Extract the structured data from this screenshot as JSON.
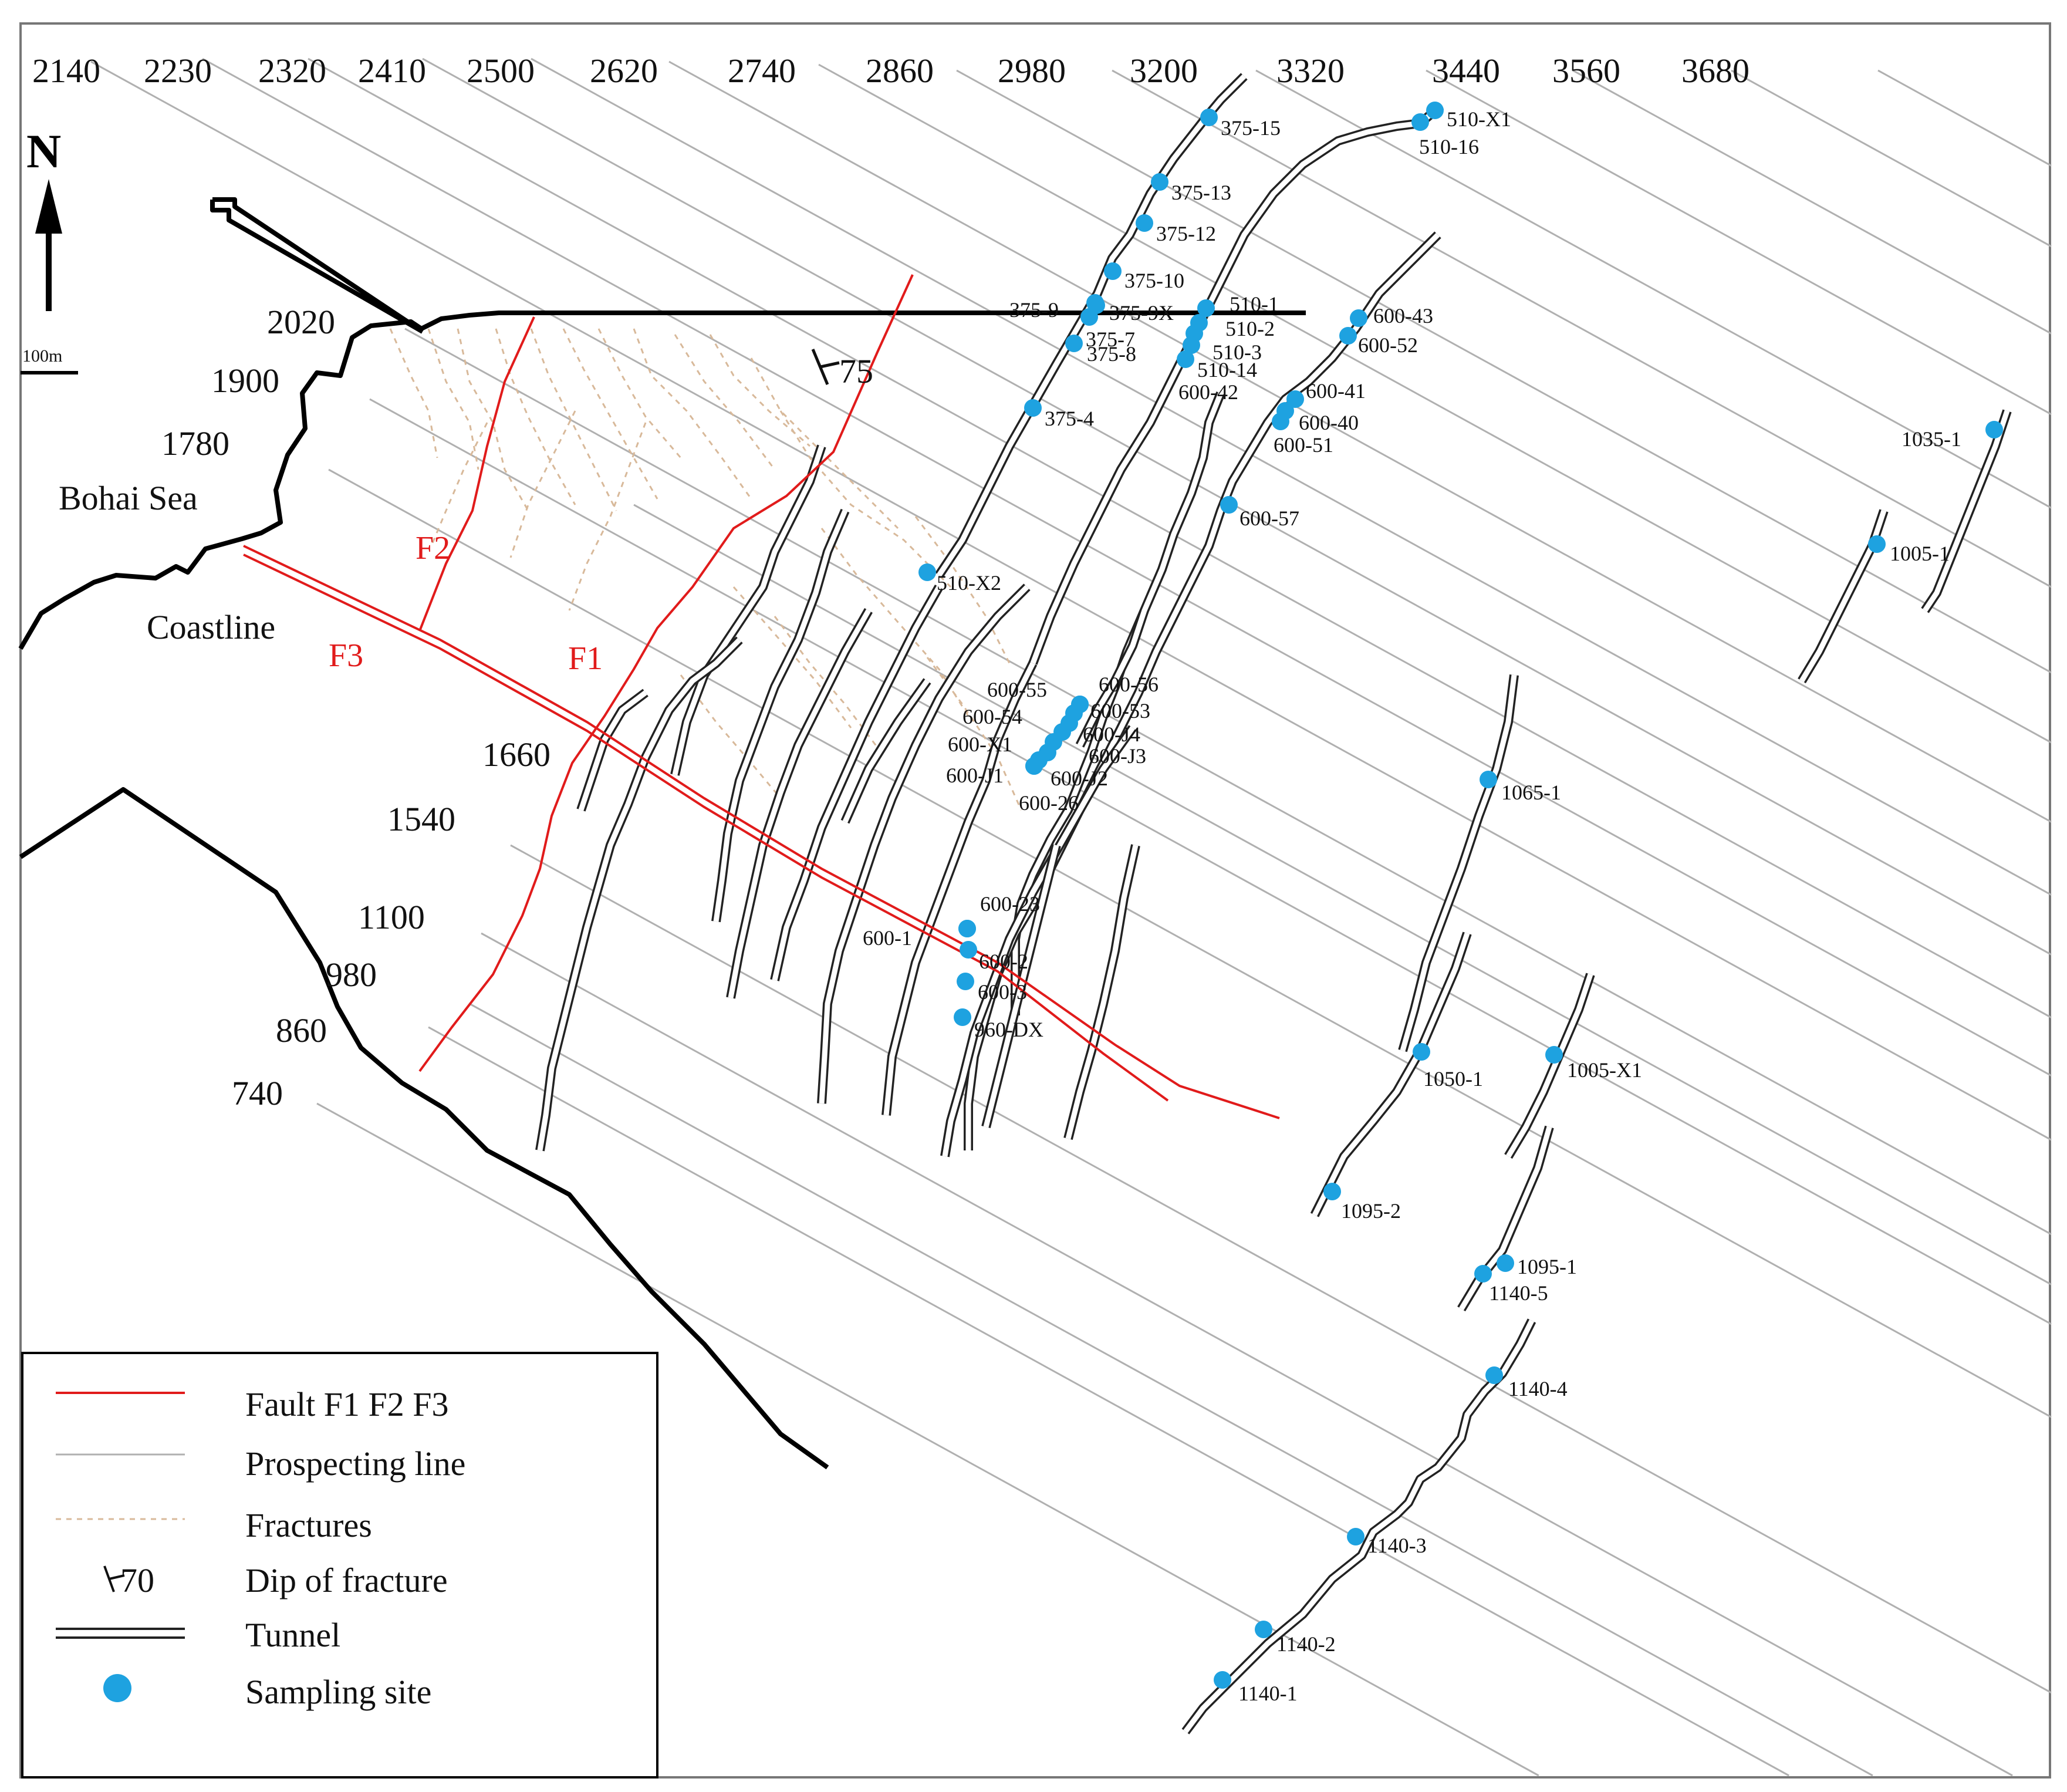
{
  "colors": {
    "fault": "#e11b1b",
    "prospecting_line": "#b0b0b0",
    "fractures": "#d8b99a",
    "tunnel": "#222222",
    "sampling_site": "#1ea2e0",
    "coastline": "#000000"
  },
  "north_label": "N",
  "scale_label": "100m",
  "dip_label": "75",
  "top_line_labels": [
    "2140",
    "2230",
    "2320",
    "2410",
    "2500",
    "2620",
    "2740",
    "2860",
    "2980",
    "3200",
    "3320",
    "3440",
    "3560",
    "3680"
  ],
  "left_line_labels": [
    "2020",
    "1900",
    "1780",
    "1660",
    "1540",
    "1100",
    "980",
    "860",
    "740"
  ],
  "places": {
    "sea": "Bohai Sea",
    "coastline": "Coastline"
  },
  "faults": {
    "f1": "F1",
    "f2": "F2",
    "f3": "F3"
  },
  "sites": [
    "375-15",
    "375-13",
    "375-12",
    "375-10",
    "375-9",
    "375-9X",
    "375-8",
    "375-7",
    "375-4",
    "510-X2",
    "510-X1",
    "510-16",
    "510-1",
    "510-2",
    "510-3",
    "510-14",
    "600-42",
    "600-43",
    "600-52",
    "600-41",
    "600-40",
    "600-51",
    "600-57",
    "600-55",
    "600-56",
    "600-54",
    "600-53",
    "600-J4",
    "600-X1",
    "600-J3",
    "600-J1",
    "600-J2",
    "600-26",
    "600-23",
    "600-1",
    "600-2",
    "600-3",
    "960-DX",
    "1065-1",
    "1035-1",
    "1005-1",
    "1050-1",
    "1005-X1",
    "1095-2",
    "1095-1",
    "1140-5",
    "1140-4",
    "1140-3",
    "1140-2",
    "1140-1"
  ],
  "legend": {
    "fault": "Fault F1  F2  F3",
    "prospecting": "Prospecting  line",
    "fractures": "Fractures",
    "dip_sample": "70",
    "dip": "Dip  of  fracture",
    "tunnel": "Tunnel",
    "sampling": "Sampling  site"
  }
}
